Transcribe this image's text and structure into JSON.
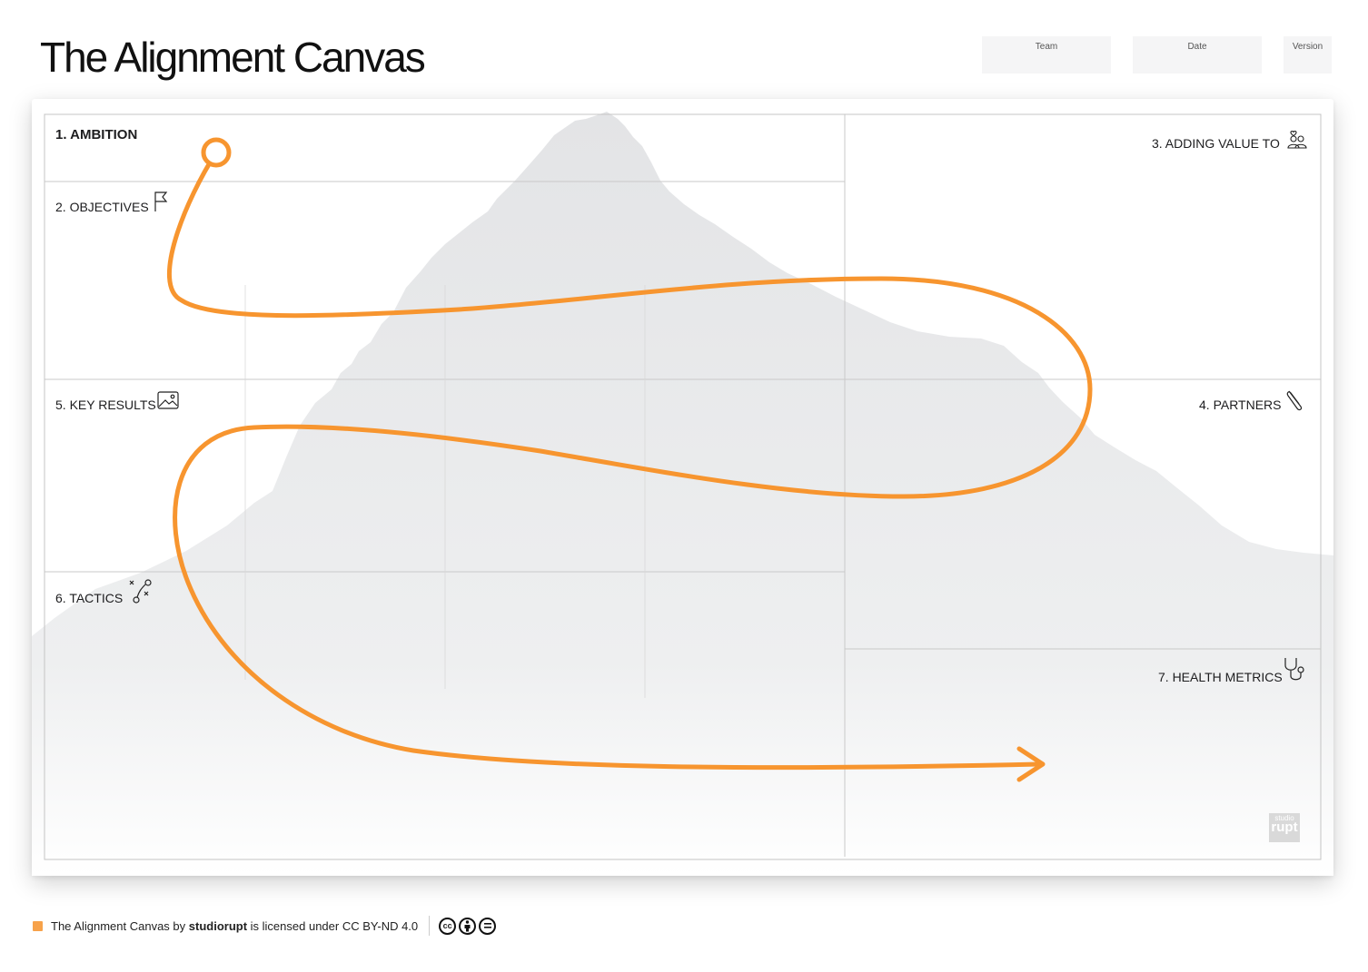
{
  "header": {
    "title": "The Alignment Canvas",
    "fields": [
      {
        "label": "Team"
      },
      {
        "label": "Date"
      },
      {
        "label": "Version"
      }
    ]
  },
  "sections": [
    {
      "label": "1. AMBITION"
    },
    {
      "label": "2. OBJECTIVES",
      "icon": "flag-icon"
    },
    {
      "label": "3. ADDING VALUE TO",
      "icon": "people-icon"
    },
    {
      "label": "4. PARTNERS",
      "icon": "paperclip-icon"
    },
    {
      "label": "5. KEY RESULTS",
      "icon": "image-icon"
    },
    {
      "label": "6. TACTICS",
      "icon": "strategy-icon"
    },
    {
      "label": "7. HEALTH METRICS",
      "icon": "stethoscope-icon"
    }
  ],
  "watermark": {
    "top": "studio",
    "bottom": "rupt"
  },
  "footer": {
    "prefix": "The Alignment Canvas by",
    "author": "studiorupt",
    "suffix": "is licensed under CC BY-ND 4.0",
    "cc_badges": [
      "cc",
      "by",
      "nd"
    ]
  },
  "colors": {
    "path": "#f7952f",
    "mountain": "#e5e6e8",
    "grid": "#c9c9c9"
  }
}
